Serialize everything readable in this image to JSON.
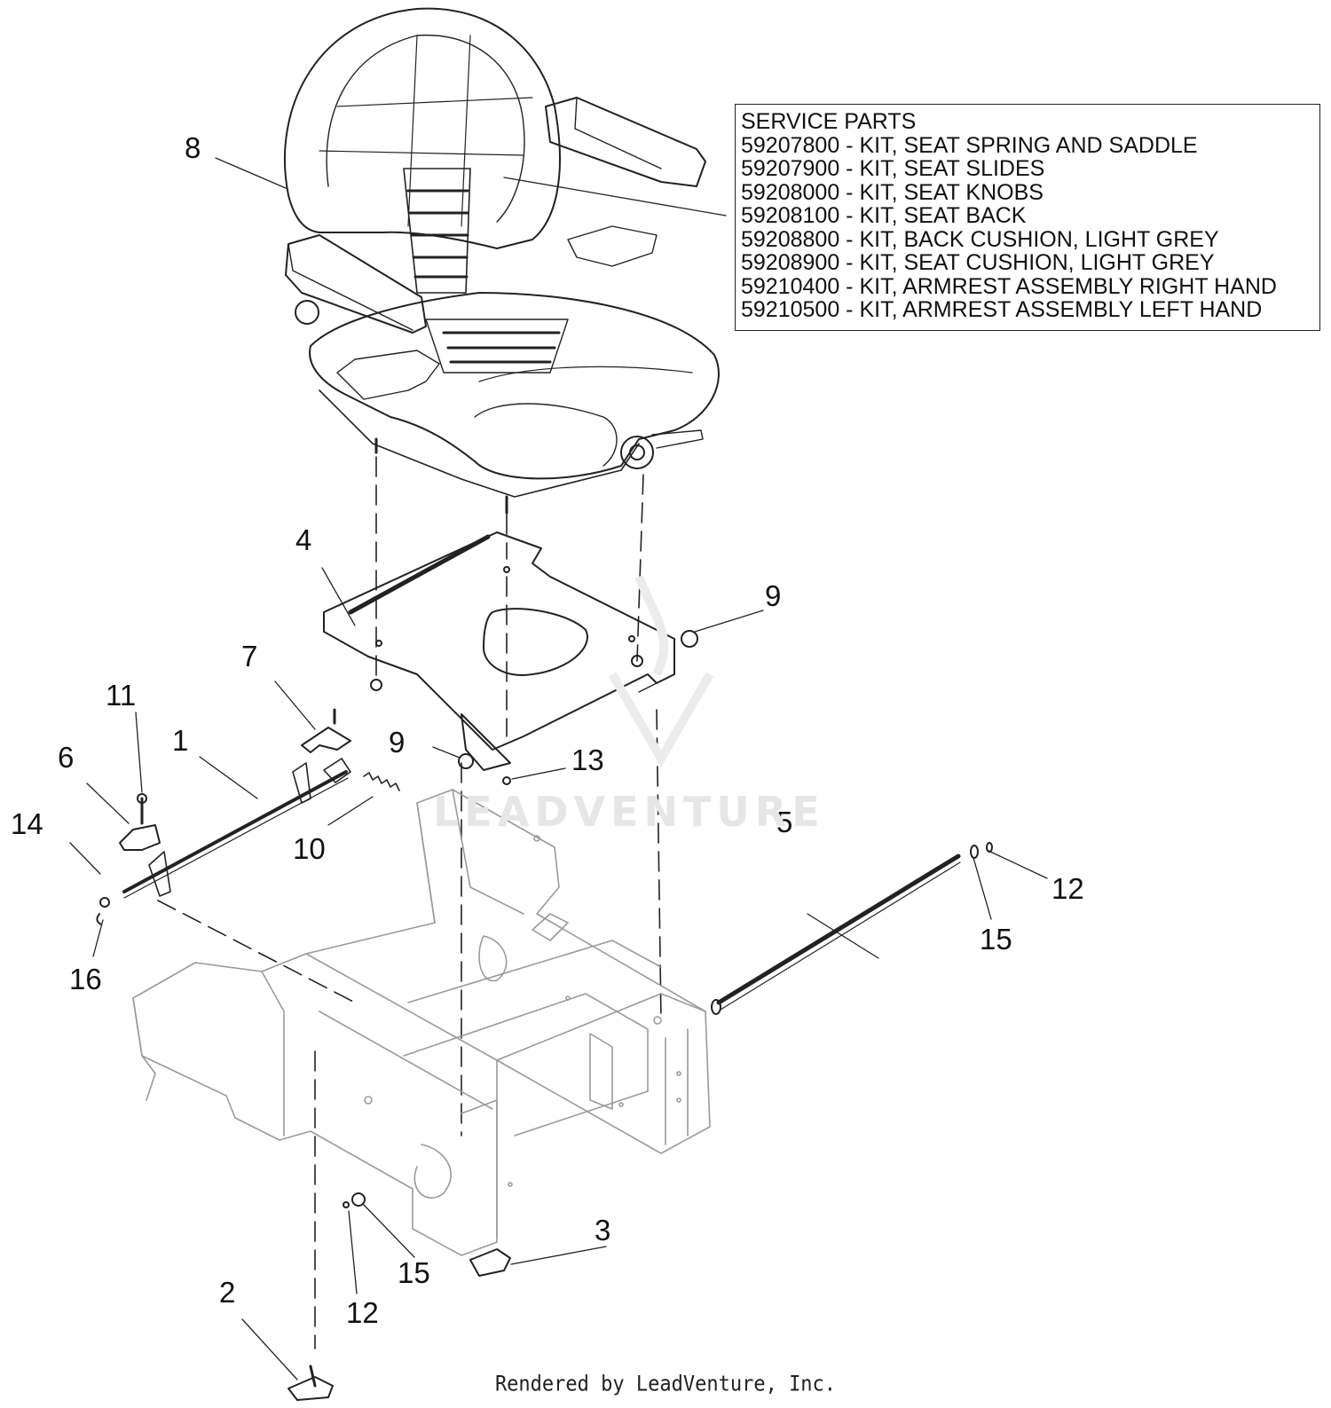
{
  "callouts": {
    "c1": "1",
    "c2": "2",
    "c3": "3",
    "c4": "4",
    "c5": "5",
    "c6": "6",
    "c7": "7",
    "c8": "8",
    "c9a": "9",
    "c9b": "9",
    "c10": "10",
    "c11": "11",
    "c12a": "12",
    "c12b": "12",
    "c13": "13",
    "c14": "14",
    "c15a": "15",
    "c15b": "15",
    "c16": "16"
  },
  "service_parts": {
    "heading": "SERVICE PARTS",
    "items": [
      "59207800 - KIT, SEAT SPRING AND SADDLE",
      "59207900 - KIT, SEAT SLIDES",
      "59208000 - KIT, SEAT KNOBS",
      "59208100 - KIT, SEAT BACK",
      "59208800 - KIT, BACK CUSHION, LIGHT GREY",
      "59208900 - KIT, SEAT CUSHION, LIGHT GREY",
      "59210400 - KIT, ARMREST ASSEMBLY RIGHT HAND",
      "59210500 - KIT, ARMREST ASSEMBLY LEFT HAND"
    ]
  },
  "watermark": "LEADVENTURE",
  "footer": "Rendered by LeadVenture, Inc."
}
